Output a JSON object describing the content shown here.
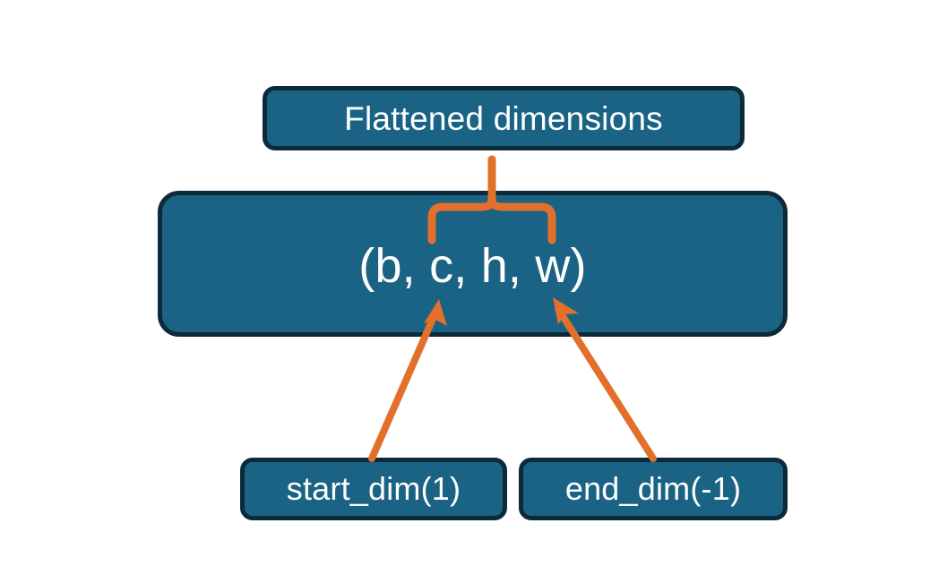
{
  "diagram": {
    "title_node": {
      "label": "Flattened dimensions",
      "name": "flattened-dimensions-node"
    },
    "tuple_node": {
      "label": "(b, c, h, w)",
      "name": "tensor-shape-node",
      "dims": [
        "b",
        "c",
        "h",
        "w"
      ]
    },
    "start_dim_node": {
      "label": "start_dim(1)",
      "name": "start-dim-node",
      "value": 1
    },
    "end_dim_node": {
      "label": "end_dim(-1)",
      "name": "end-dim-node",
      "value": -1
    },
    "connectors": [
      {
        "name": "brace-connector",
        "type": "curly-brace",
        "from": "flattened-dimensions-node",
        "to": "tensor-shape-node",
        "spans_dims": [
          "c",
          "h",
          "w"
        ]
      },
      {
        "name": "start-dim-arrow",
        "type": "arrow",
        "from": "start-dim-node",
        "to": "tensor-shape-node",
        "points_at_dim": "c"
      },
      {
        "name": "end-dim-arrow",
        "type": "arrow",
        "from": "end-dim-node",
        "to": "tensor-shape-node",
        "points_at_dim": "w"
      }
    ]
  },
  "colors": {
    "node_fill": "#1a6384",
    "node_border": "#0c2a39",
    "node_text": "#ffffff",
    "connector": "#e2702a",
    "background": "#ffffff"
  }
}
